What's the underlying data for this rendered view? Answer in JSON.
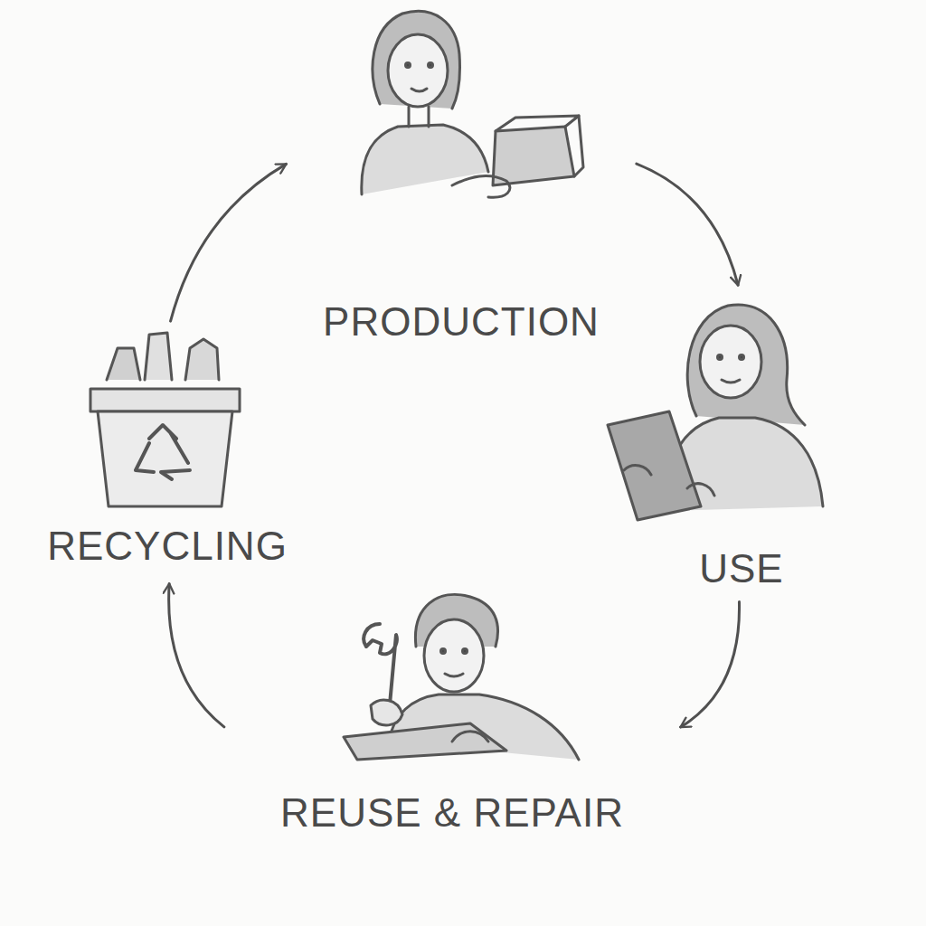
{
  "diagram": {
    "nodes": [
      {
        "text": [
          "PRODUCTION"
        ]
      },
      {
        "text": [
          "USE"
        ]
      },
      {
        "text": [
          "REUSE & REPAIR"
        ]
      },
      {
        "text": [
          "RECYCLING"
        ]
      }
    ],
    "edges": [
      {
        "from": 0,
        "to": 1,
        "arrow": "to"
      },
      {
        "from": 1,
        "to": 2,
        "arrow": "to"
      },
      {
        "from": 2,
        "to": 3,
        "arrow": "to"
      },
      {
        "from": 3,
        "to": 0,
        "arrow": "to"
      }
    ]
  }
}
